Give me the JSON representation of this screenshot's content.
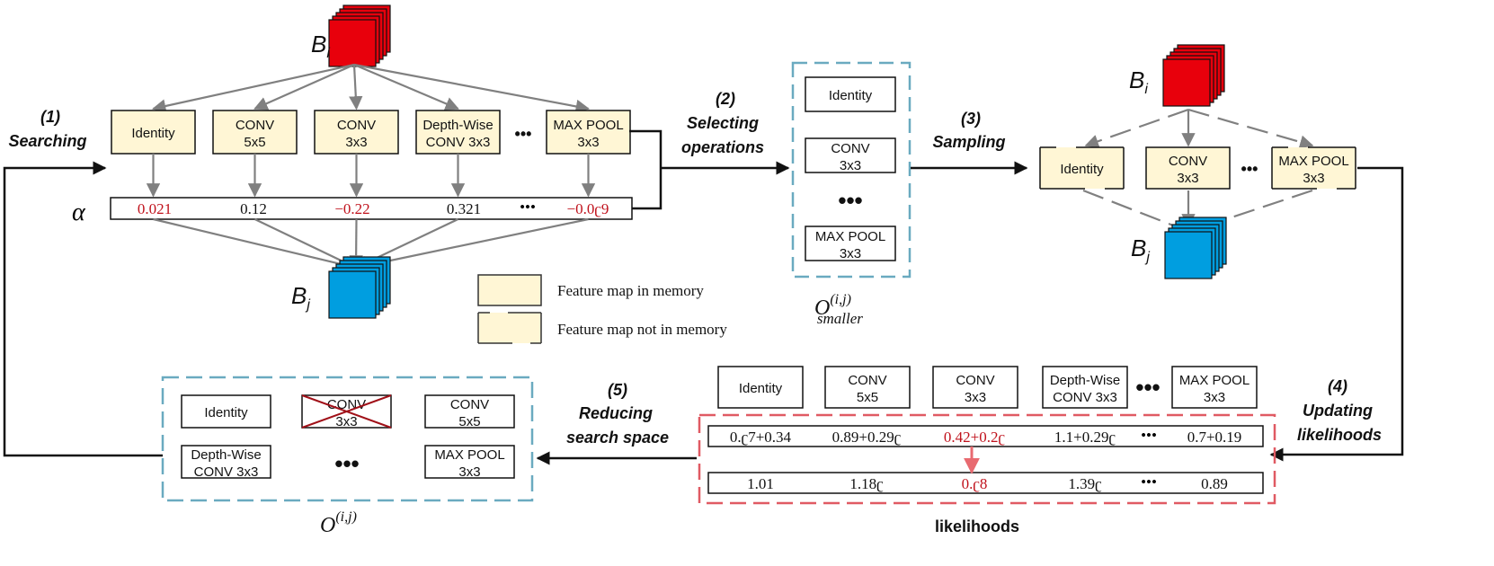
{
  "colors": {
    "red": "#e8000c",
    "blue": "#009ee0",
    "cream": "#fff6d5",
    "teal_dashed": "#6aaac0",
    "red_dashed": "#e05a63",
    "value_red": "#c0121c",
    "arrow_gray": "#808080"
  },
  "steps": {
    "s1": {
      "num": "(1)",
      "text": "Searching"
    },
    "s2": {
      "num": "(2)",
      "line1": "Selecting",
      "line2": "operations"
    },
    "s3": {
      "num": "(3)",
      "text": "Sampling"
    },
    "s4": {
      "num": "(4)",
      "line1": "Updating",
      "line2": "likelihoods"
    },
    "s5": {
      "num": "(5)",
      "line1": "Reducing",
      "line2": "search space"
    }
  },
  "blocks": {
    "bi": {
      "letter": "B",
      "sub": "i"
    },
    "bj": {
      "letter": "B",
      "sub": "j"
    },
    "bi_right": {
      "letter": "B",
      "sub": "i"
    },
    "bj_right": {
      "letter": "B",
      "sub": "j"
    }
  },
  "alpha_symbol": "α",
  "search_ops": [
    {
      "line1": "Identity",
      "line2": ""
    },
    {
      "line1": "CONV",
      "line2": "5x5"
    },
    {
      "line1": "CONV",
      "line2": "3x3"
    },
    {
      "line1": "Depth-Wise",
      "line2": "CONV 3x3"
    },
    {
      "line1": "MAX POOL",
      "line2": "3x3"
    }
  ],
  "alpha_values": [
    {
      "text": "0.021",
      "red": true
    },
    {
      "text": "0.12",
      "red": false
    },
    {
      "text": "−0.22",
      "red": true
    },
    {
      "text": "0.321",
      "red": false
    },
    {
      "text": "−0.0ʗ9",
      "red": true
    }
  ],
  "ellipsis": "•••",
  "ellipsis_small": "•••",
  "smaller_set": {
    "ops": [
      {
        "line1": "Identity",
        "line2": ""
      },
      {
        "line1": "CONV",
        "line2": "3x3"
      },
      {
        "line1": "MAX POOL",
        "line2": "3x3"
      }
    ],
    "label": {
      "main": "O",
      "sup": "(i,j)",
      "sub": "smaller"
    }
  },
  "sampling_ops": [
    {
      "line1": "Identity",
      "line2": ""
    },
    {
      "line1": "CONV",
      "line2": "3x3"
    },
    {
      "line1": "MAX POOL",
      "line2": "3x3"
    }
  ],
  "legend": {
    "in_memory": "Feature map in memory",
    "not_in_memory": "Feature map not in memory"
  },
  "likelihood_ops": [
    {
      "line1": "Identity",
      "line2": ""
    },
    {
      "line1": "CONV",
      "line2": "5x5"
    },
    {
      "line1": "CONV",
      "line2": "3x3"
    },
    {
      "line1": "Depth-Wise",
      "line2": "CONV 3x3"
    },
    {
      "line1": "MAX POOL",
      "line2": "3x3"
    }
  ],
  "likelihood_updates": [
    {
      "text": "0.ʗ7+0.34",
      "red": false
    },
    {
      "text": "0.89+0.29ʗ",
      "red": false
    },
    {
      "text": "0.42+0.2ʗ",
      "red": true
    },
    {
      "text": "1.1+0.29ʗ",
      "red": false
    },
    {
      "text": "0.7+0.19",
      "red": false
    }
  ],
  "likelihood_values": [
    {
      "text": "1.01",
      "red": false
    },
    {
      "text": "1.18ʗ",
      "red": false
    },
    {
      "text": "0.ʗ8",
      "red": true
    },
    {
      "text": "1.39ʗ",
      "red": false
    },
    {
      "text": "0.89",
      "red": false
    }
  ],
  "likelihoods_label": "likelihoods",
  "reduced_set": {
    "ops": [
      {
        "line1": "Identity",
        "line2": "",
        "crossed": false
      },
      {
        "line1": "CONV",
        "line2": "3x3",
        "crossed": true
      },
      {
        "line1": "CONV",
        "line2": "5x5",
        "crossed": false
      },
      {
        "line1": "Depth-Wise",
        "line2": "CONV 3x3",
        "crossed": false
      },
      {
        "line1": "MAX POOL",
        "line2": "3x3",
        "crossed": false
      }
    ],
    "label": {
      "main": "O",
      "sup": "(i,j)"
    }
  }
}
